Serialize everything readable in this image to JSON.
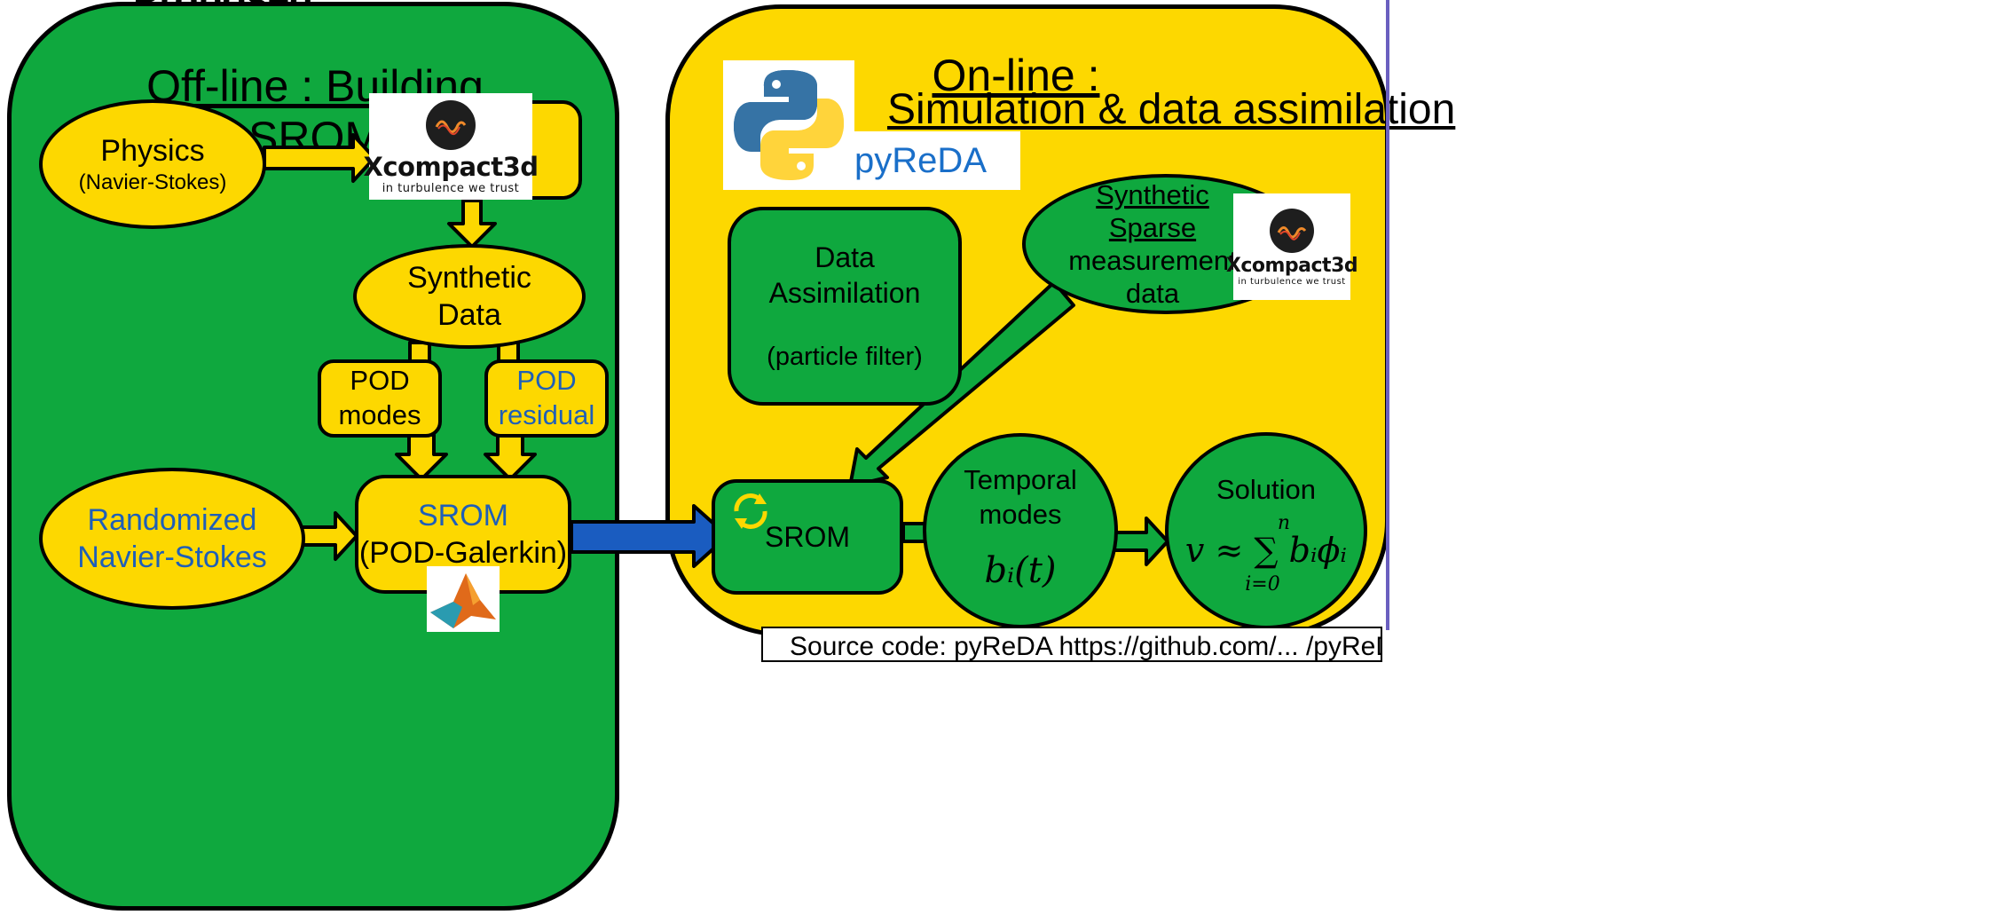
{
  "header": {
    "partial_title": "Proposed"
  },
  "offline": {
    "title": "Off-line : Building SROM",
    "physics": {
      "label": "Physics",
      "sublabel": "(Navier-Stokes)"
    },
    "xcompact_logo": {
      "name": "Xcompact3d",
      "tagline": "in turbulence we trust"
    },
    "synthetic_data": {
      "line1": "Synthetic",
      "line2": "Data"
    },
    "pod_modes": {
      "line1": "POD",
      "line2": "modes"
    },
    "pod_residual": {
      "line1": "POD",
      "line2": "residual"
    },
    "randomized": {
      "line1": "Randomized",
      "line2": "Navier-Stokes"
    },
    "srom": {
      "line1": "SROM",
      "line2": "(POD-Galerkin)"
    },
    "matlab_icon": "matlab-membrane-icon"
  },
  "online": {
    "title_line1": "On-line :",
    "title_line2": "Simulation & data assimilation",
    "pyreda": {
      "label": "pyReDA",
      "icon": "python-icon"
    },
    "data_assimilation": {
      "line1": "Data",
      "line2": "Assimilation",
      "line3": "(particle filter)"
    },
    "measurement": {
      "line1": "Synthetic",
      "line2": "Sparse",
      "line3": "measurement",
      "line4": "data"
    },
    "xcompact_logo": {
      "name": "Xcompact3d",
      "tagline": "in turbulence we trust"
    },
    "srom": {
      "label": "SROM",
      "icon": "refresh-cycle-icon"
    },
    "temporal": {
      "line1": "Temporal",
      "line2": "modes",
      "formula": "bᵢ(t)"
    },
    "solution": {
      "label": "Solution",
      "formula": "v ≈ ∑ bᵢϕᵢ",
      "sum_upper": "n",
      "sum_lower": "i=0"
    }
  },
  "footer": {
    "partial_text": "Source code: pyReDA https://github.com/... /pyReDA"
  },
  "colors": {
    "green": "#0fa83e",
    "yellow": "#fdd800",
    "arrow_blue": "#1a5cc0",
    "text_blue": "#1f5fb8"
  }
}
